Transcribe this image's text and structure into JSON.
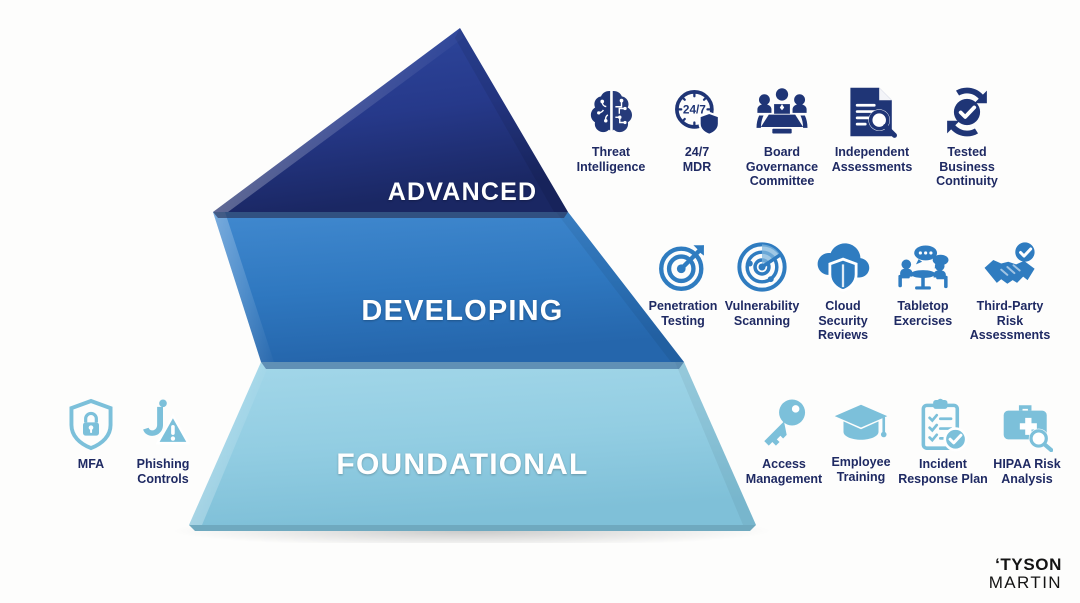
{
  "background_color": "#fdfdfc",
  "pyramid": {
    "colors": {
      "advanced_top": "#2b4292",
      "advanced_bottom": "#1b2a63",
      "developing_top": "#3c81c9",
      "developing_bottom": "#2468ae",
      "foundational_top": "#9ad3e6",
      "foundational_bottom": "#7dbfd8",
      "edge_shadow": "#6f9db1"
    },
    "tiers": [
      {
        "id": "advanced",
        "label": "ADVANCED"
      },
      {
        "id": "developing",
        "label": "DEVELOPING"
      },
      {
        "id": "foundational",
        "label": "FOUNDATIONAL"
      }
    ]
  },
  "icon_groups": {
    "advanced": {
      "accent_color": "#1f3576",
      "items": [
        {
          "icon": "brain-circuit-icon",
          "label": "Threat\nIntelligence"
        },
        {
          "icon": "clock-247-shield-icon",
          "label": "24/7\nMDR"
        },
        {
          "icon": "board-meeting-icon",
          "label": "Board\nGovernance\nCommittee"
        },
        {
          "icon": "document-magnifier-icon",
          "label": "Independent\nAssessments"
        },
        {
          "icon": "refresh-check-icon",
          "label": "Tested Business\nContinuity"
        }
      ]
    },
    "developing": {
      "accent_color": "#2f7cc0",
      "items": [
        {
          "icon": "target-arrow-icon",
          "label": "Penetration\nTesting"
        },
        {
          "icon": "radar-scan-icon",
          "label": "Vulnerability\nScanning"
        },
        {
          "icon": "cloud-shield-icon",
          "label": "Cloud Security\nReviews"
        },
        {
          "icon": "table-discussion-icon",
          "label": "Tabletop\nExercises"
        },
        {
          "icon": "handshake-check-icon",
          "label": "Third-Party Risk\nAssessments"
        }
      ]
    },
    "foundational_right": {
      "accent_color": "#7cc0da",
      "items": [
        {
          "icon": "key-icon",
          "label": "Access\nManagement"
        },
        {
          "icon": "graduation-cap-icon",
          "label": "Employee\nTraining"
        },
        {
          "icon": "clipboard-check-icon",
          "label": "Incident\nResponse Plan"
        },
        {
          "icon": "medical-briefcase-magnifier-icon",
          "label": "HIPAA Risk\nAnalysis"
        }
      ]
    },
    "foundational_left": {
      "accent_color": "#7cc0da",
      "items": [
        {
          "icon": "shield-lock-icon",
          "label": "MFA"
        },
        {
          "icon": "phishing-hook-warning-icon",
          "label": "Phishing\nControls"
        }
      ]
    }
  },
  "logo": {
    "line1": "‘TYSON",
    "line2": "MARTIN"
  }
}
